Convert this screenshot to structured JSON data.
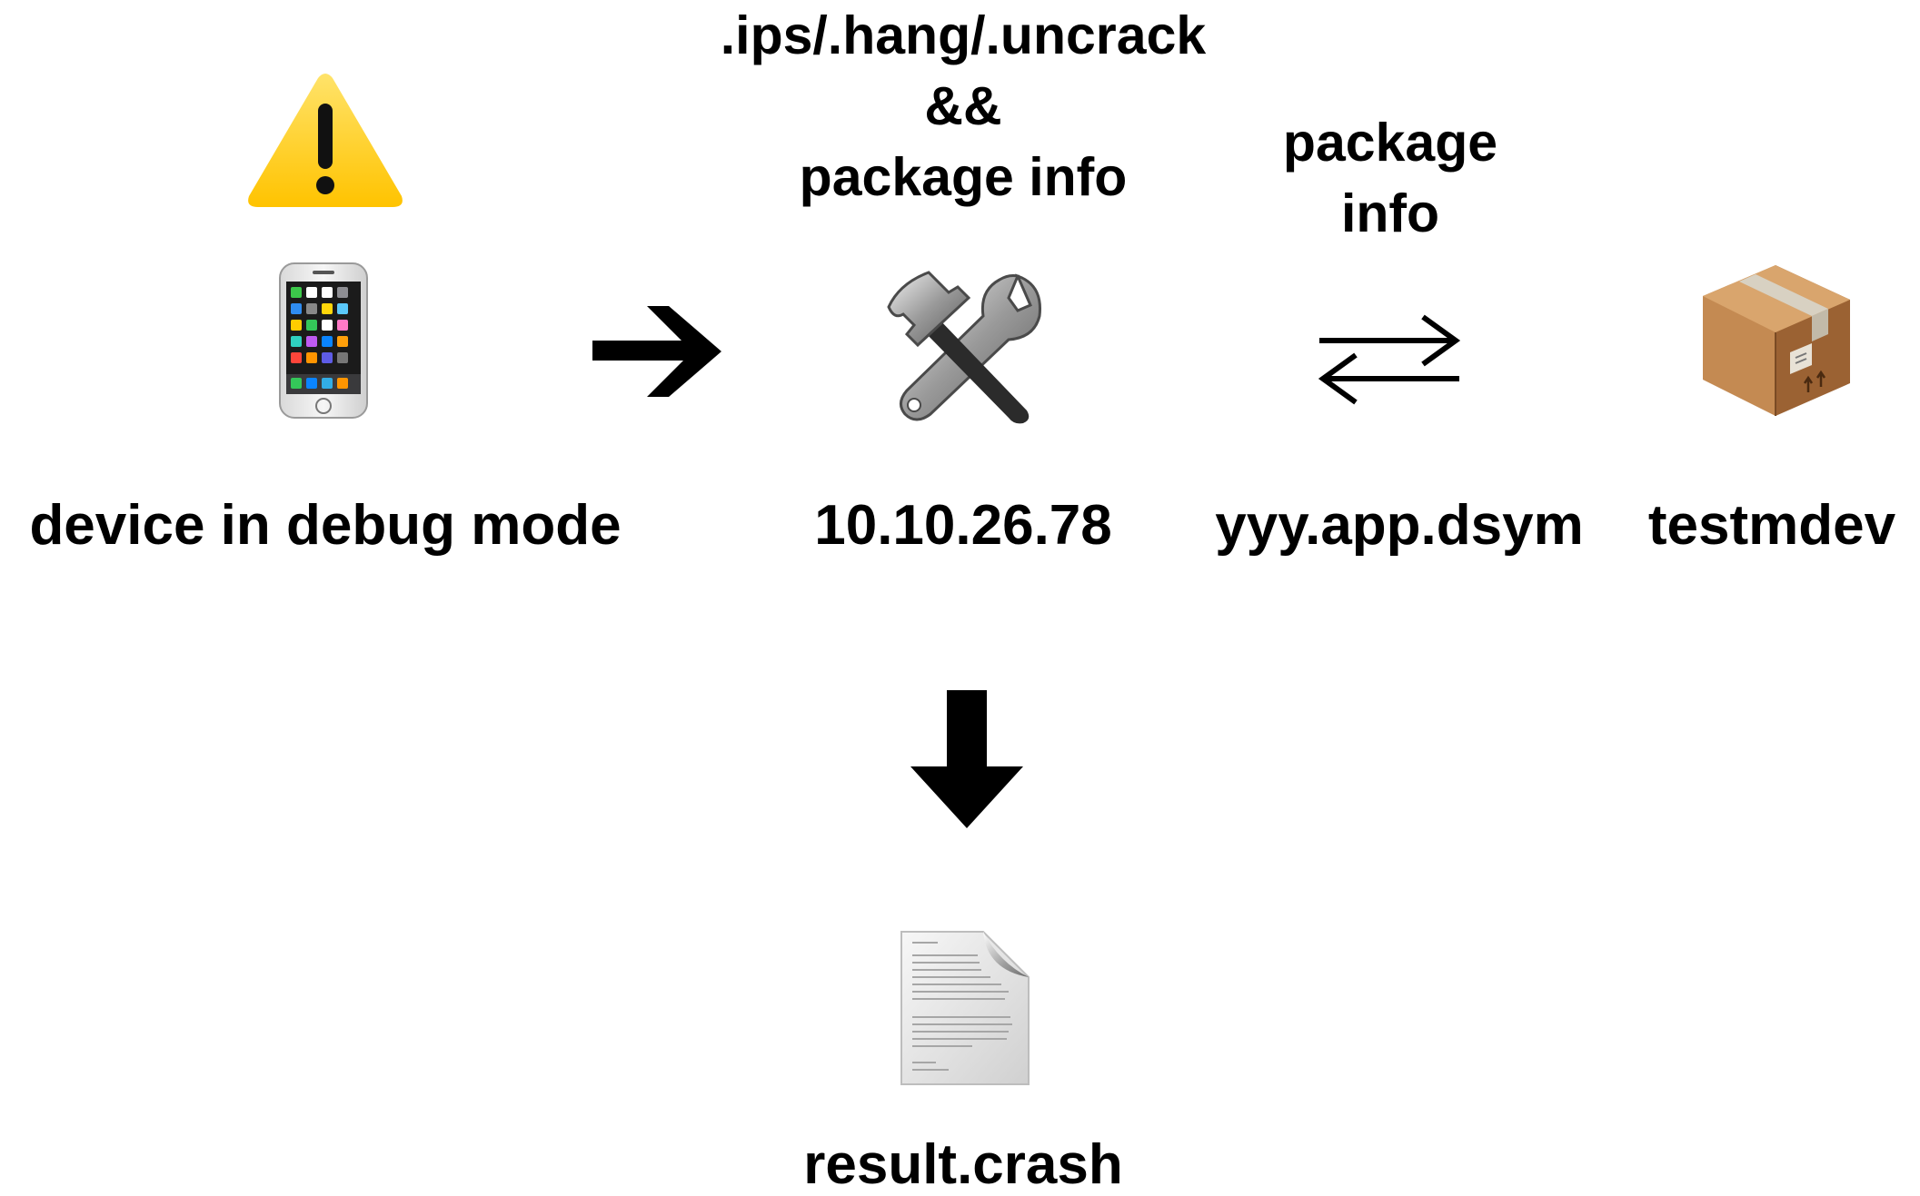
{
  "labels": {
    "device": "device in debug mode",
    "server": "10.10.26.78",
    "dsym": "yyy.app.dsym",
    "testmdev": "testmdev",
    "result": "result.crash"
  },
  "edges": {
    "server_inputs": [
      ".ips/.hang/.uncrack",
      "&&",
      "package info"
    ],
    "package_exchange": [
      "package",
      "info"
    ]
  },
  "icons": {
    "warning": "warning-icon",
    "device": "iphone-icon",
    "tools": "hammer-and-wrench-icon",
    "package": "package-box-icon",
    "document": "document-icon",
    "arrow_right": "arrow-right-icon",
    "exchange": "exchange-arrows-icon",
    "arrow_down": "arrow-down-icon"
  },
  "colors": {
    "warning_yellow": "#FFD21F",
    "box_brown": "#B77A45",
    "ink": "#000000"
  }
}
